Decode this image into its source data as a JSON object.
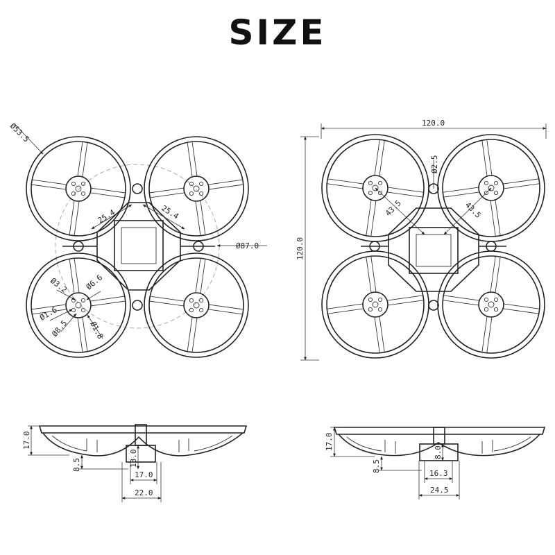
{
  "title": "SIZE",
  "top_left": {
    "prop_guard_dia": "Ø53.5",
    "arm_left": "25.4",
    "arm_right": "25.4",
    "wheelbase_dia": "Ø87.0",
    "motor_hole_a": "Ø3.2",
    "motor_hole_b": "Ø6.6",
    "motor_hole_c": "Ø1.6",
    "motor_hole_d": "Ø8.5",
    "motor_hole_e": "Ø1.8"
  },
  "top_right": {
    "width": "120.0",
    "height": "120.0",
    "mount_hole": "Ø2.5",
    "diag_left": "43.5",
    "diag_right": "43.5"
  },
  "side_left": {
    "height": "17.0",
    "motor_depth": "8.5",
    "mount_height": "13.0",
    "inner_width": "17.0",
    "outer_width": "22.0"
  },
  "side_right": {
    "height": "17.0",
    "motor_depth": "8.5",
    "mount_height": "8.0",
    "inner_width": "16.3",
    "outer_width": "24.5"
  }
}
